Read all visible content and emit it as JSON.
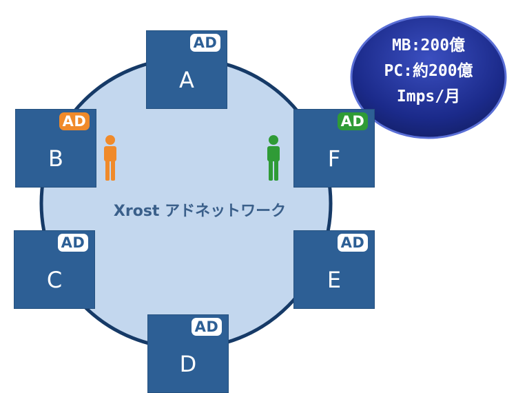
{
  "network": {
    "label": "Xrost アドネットワーク",
    "circle_color": "#c3d7ee",
    "circle_stroke": "#163a67"
  },
  "sites": [
    {
      "id": "A",
      "letter": "A",
      "badge": "AD",
      "badge_color": "white"
    },
    {
      "id": "B",
      "letter": "B",
      "badge": "AD",
      "badge_color": "orange"
    },
    {
      "id": "C",
      "letter": "C",
      "badge": "AD",
      "badge_color": "white"
    },
    {
      "id": "D",
      "letter": "D",
      "badge": "AD",
      "badge_color": "white"
    },
    {
      "id": "E",
      "letter": "E",
      "badge": "AD",
      "badge_color": "white"
    },
    {
      "id": "F",
      "letter": "F",
      "badge": "AD",
      "badge_color": "green"
    }
  ],
  "users": [
    {
      "near": "B",
      "color": "#f08a2a",
      "icon": "person-icon"
    },
    {
      "near": "F",
      "color": "#2f9b36",
      "icon": "person-icon"
    }
  ],
  "stats": {
    "lines": [
      "MB:200億",
      "PC:約200億",
      "Imps/月"
    ],
    "bubble_color": "#1b2a8a"
  },
  "colors": {
    "site_box": "#2d5f95",
    "badge_orange": "#f08a2a",
    "badge_green": "#2f9b36"
  }
}
